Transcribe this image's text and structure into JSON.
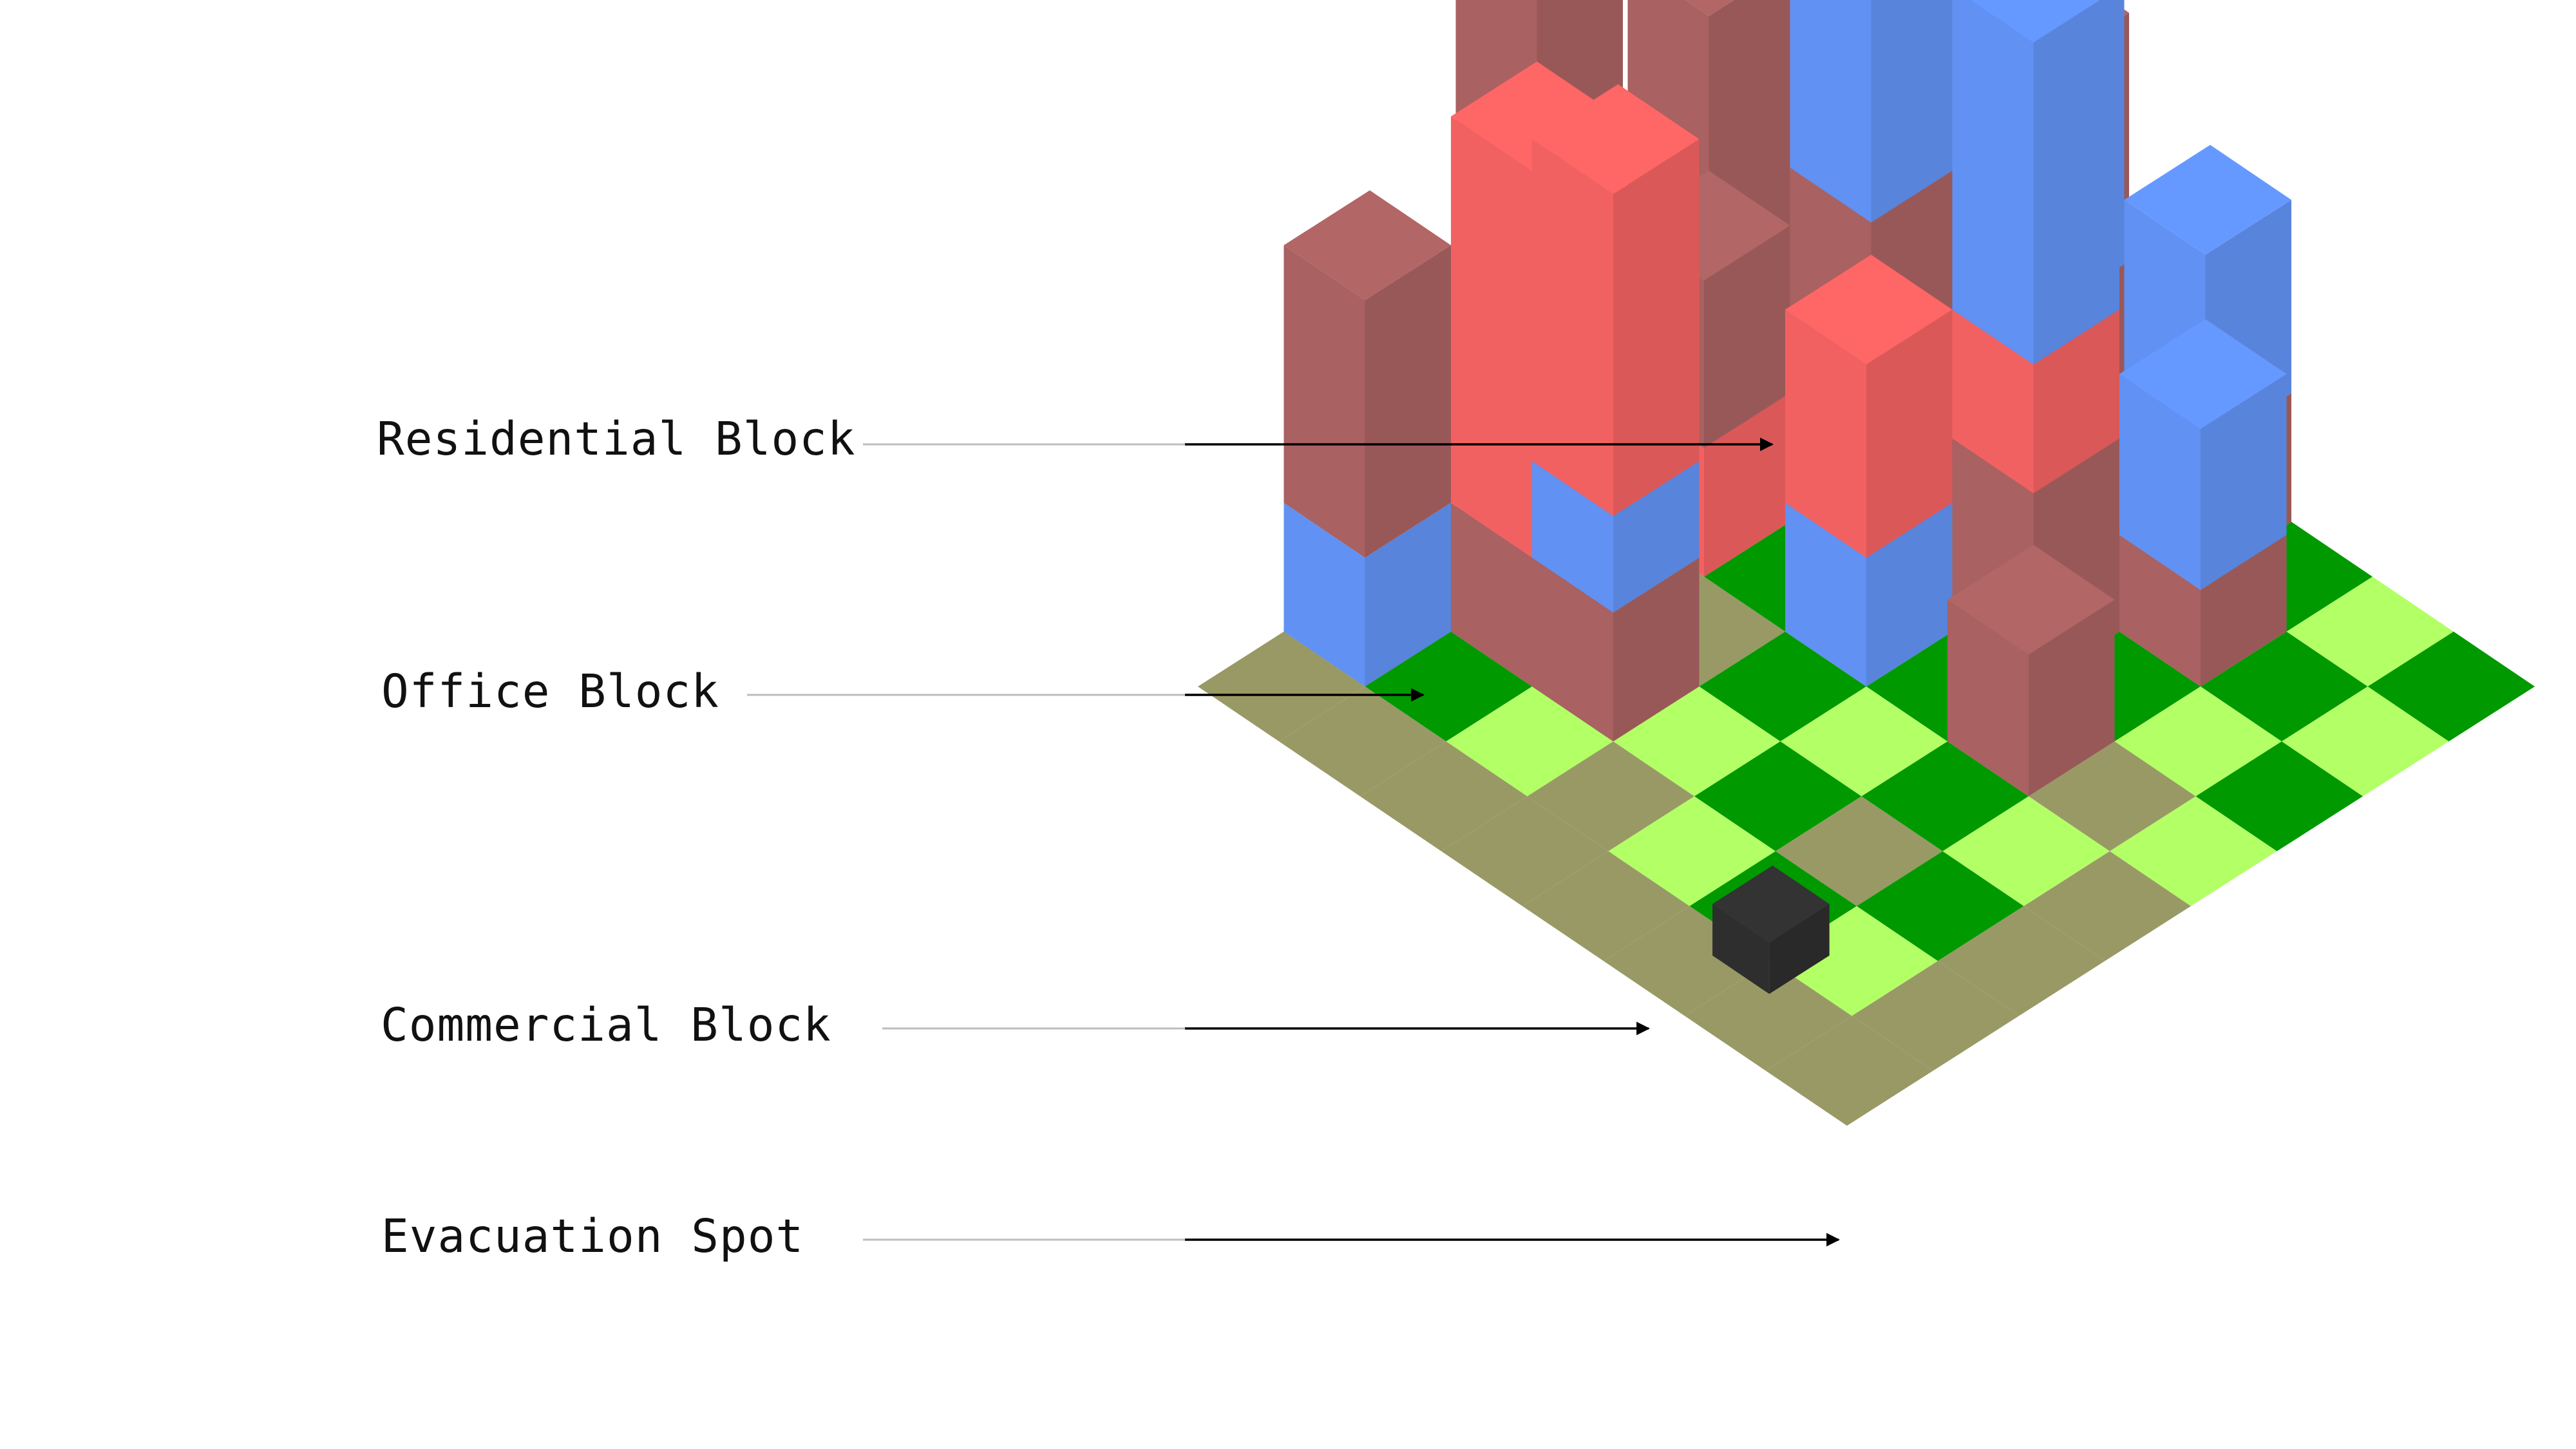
{
  "labels": {
    "residential": "Residential Block",
    "office": "Office Block",
    "commercial": "Commercial Block",
    "evacuation": "Evacuation Spot"
  },
  "colors": {
    "residential_block": "#6699ff",
    "office_block": "#ff6666",
    "commercial_block": "#b26666",
    "evacuation_spot": "#333333",
    "park_light": "#b3ff66",
    "park_dark": "#009900",
    "road": "#999966",
    "leader_gray": "#bbbbbb",
    "leader_black": "#000000"
  }
}
